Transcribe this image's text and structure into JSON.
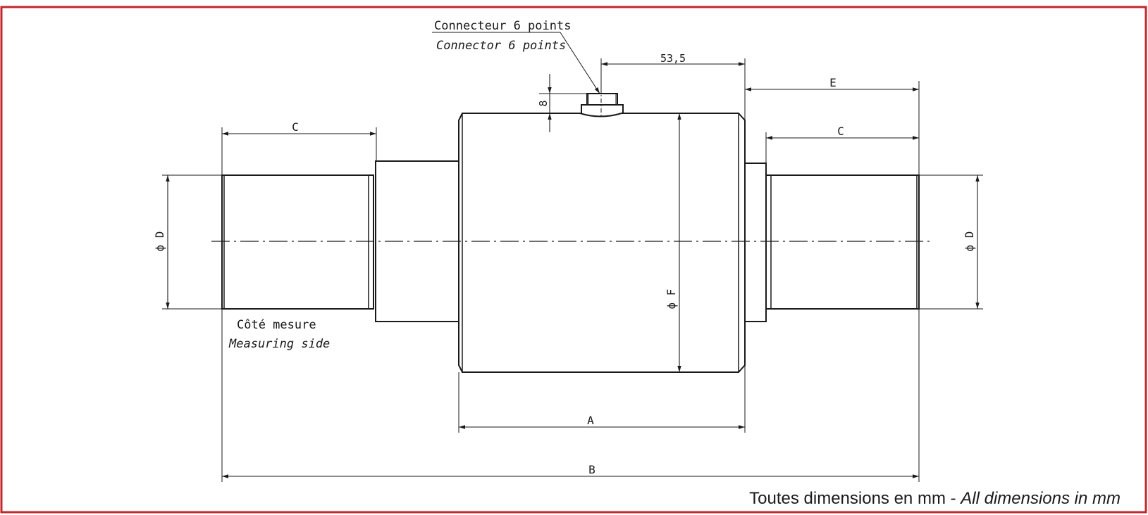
{
  "colors": {
    "border": "#c0282d",
    "line": "#1a1a1a",
    "background": "#ffffff"
  },
  "labels": {
    "connector_fr": "Connecteur 6 points",
    "connector_en": "Connector 6 points",
    "measuring_fr": "Côté mesure",
    "measuring_en": "Measuring side",
    "note_fr": "Toutes dimensions en mm - ",
    "note_en": "All dimensions in mm"
  },
  "dimensions": {
    "connector_offset": "53,5",
    "connector_height": "8",
    "A": "A",
    "B": "B",
    "C_left": "C",
    "C_right": "C",
    "E": "E",
    "D_left": "ϕ D",
    "D_right": "ϕ D",
    "F": "ϕ F"
  }
}
